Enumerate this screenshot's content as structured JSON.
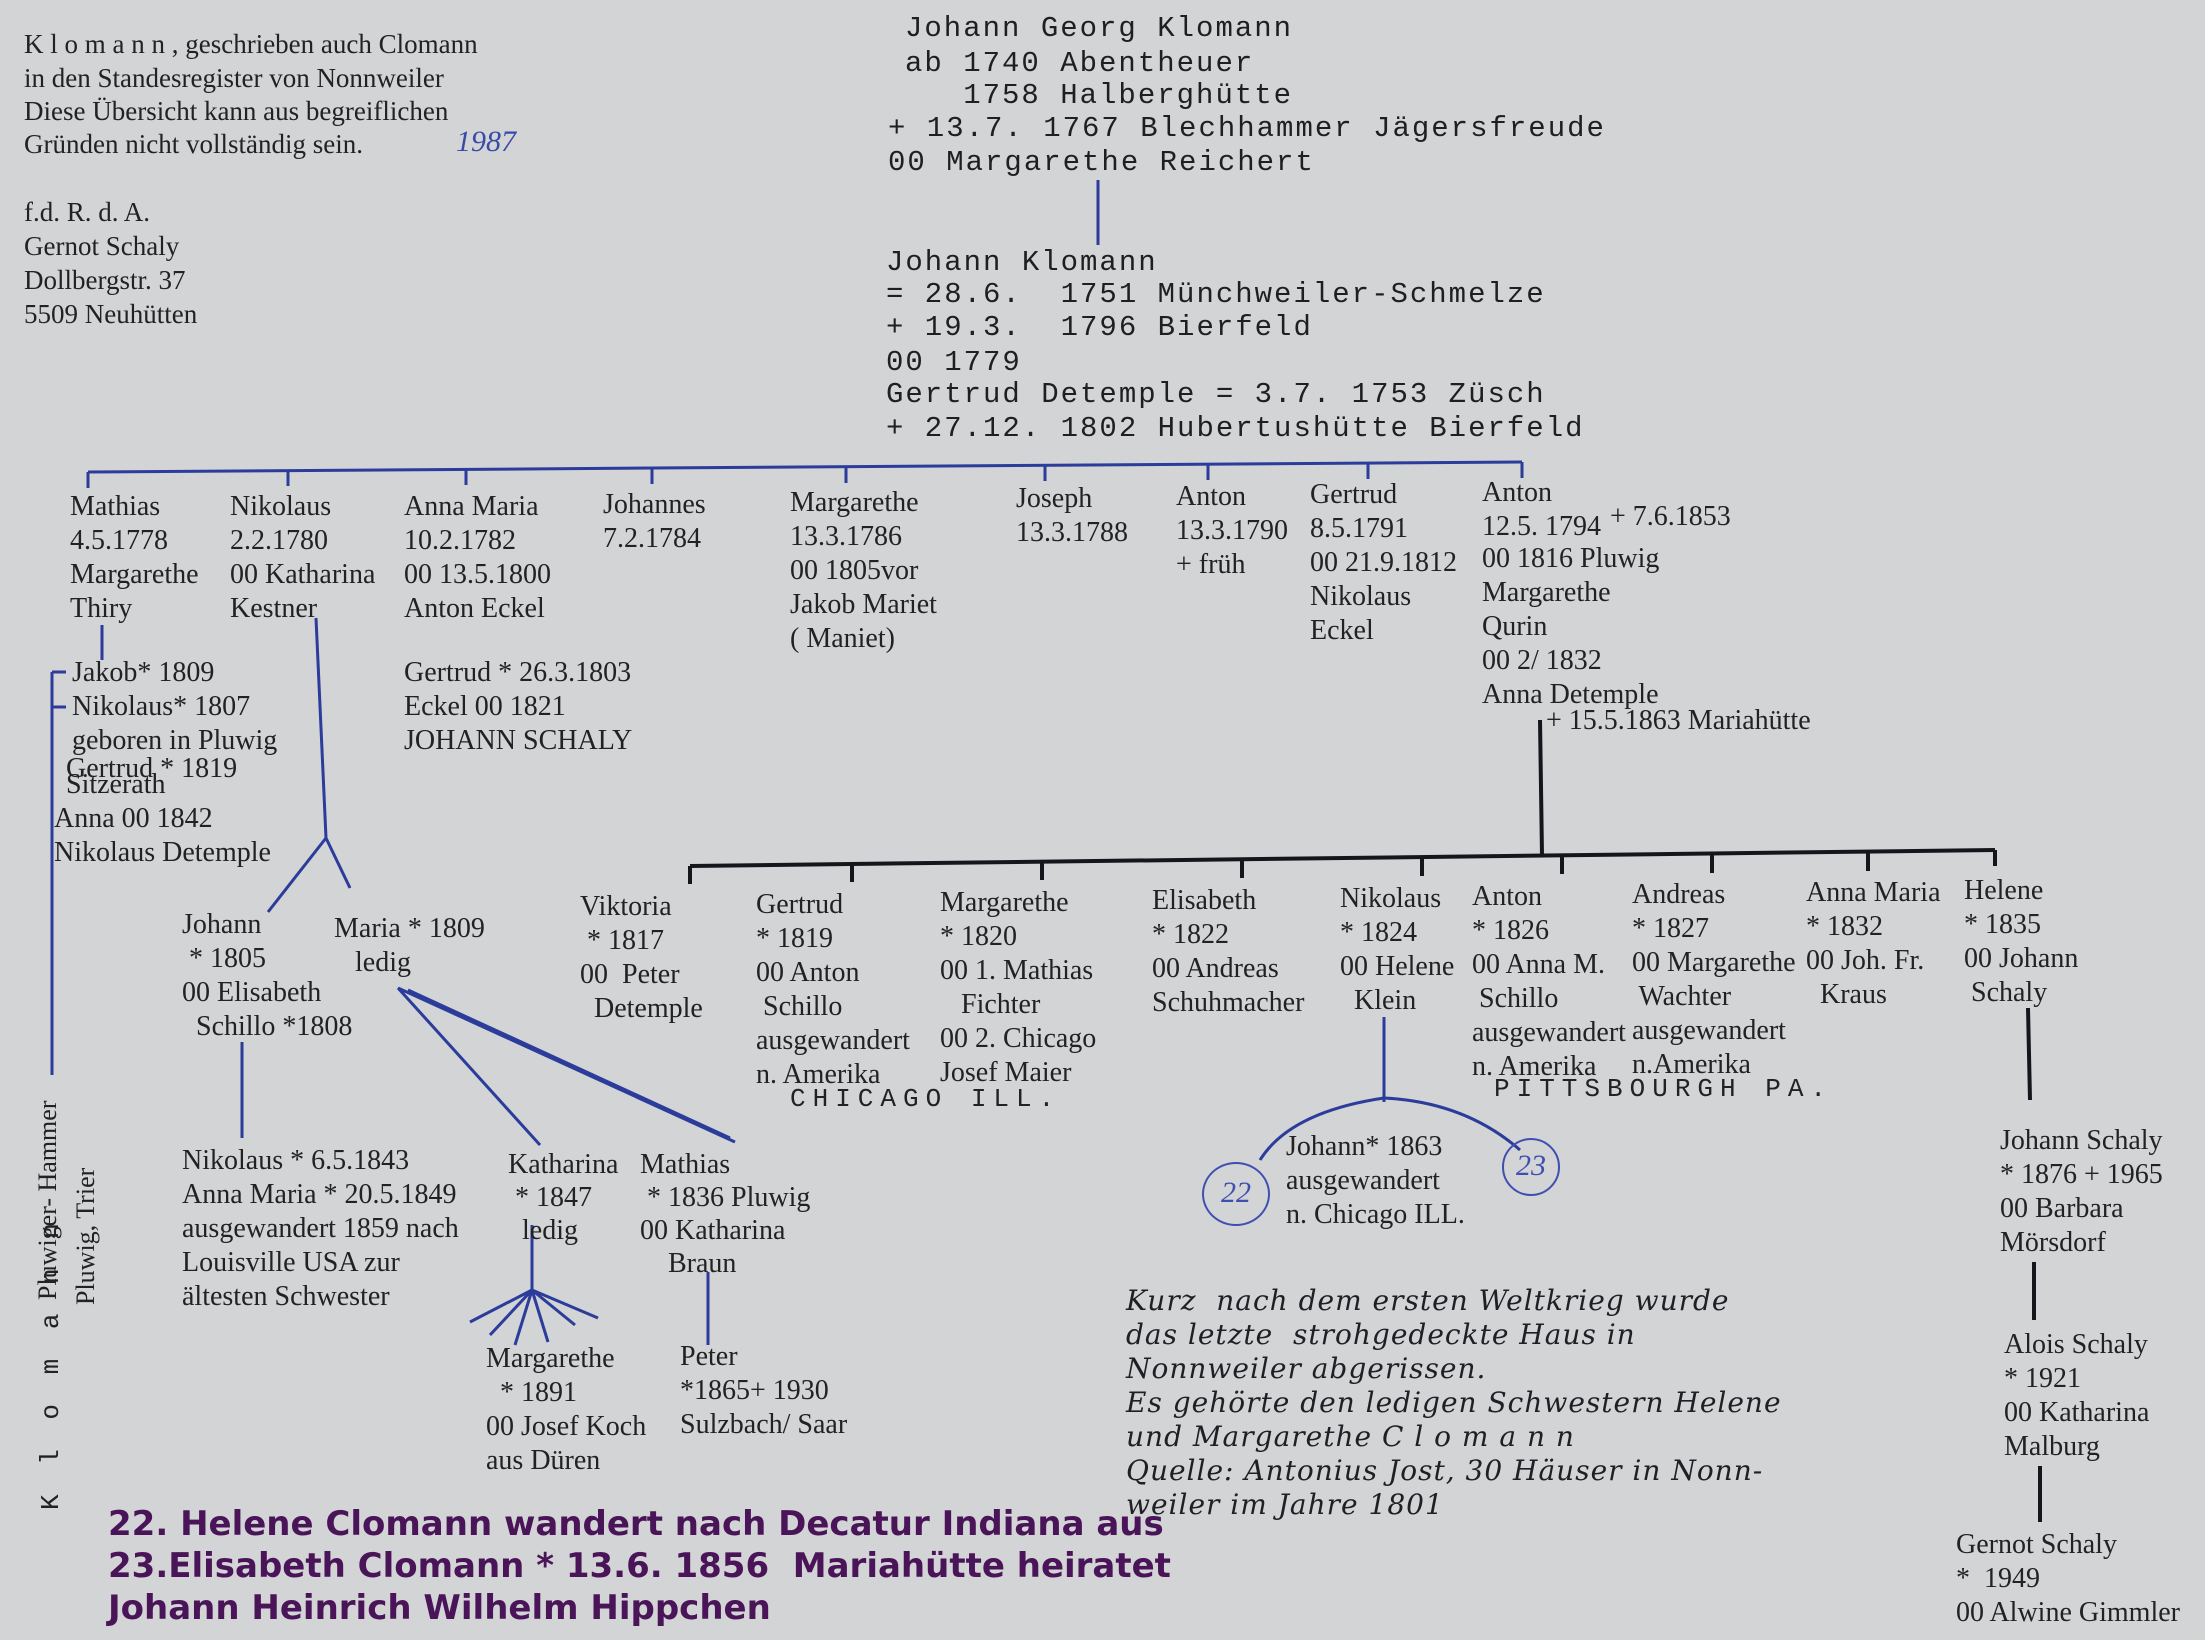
{
  "header_note": {
    "lines": [
      "K l o m a n n , geschrieben auch Clomann",
      "in den Standesregister von Nonnweiler",
      "Diese Übersicht kann aus begreiflichen",
      "Gründen nicht vollständig sein."
    ],
    "year": "1987"
  },
  "author": {
    "lines": [
      "f.d. R. d. A.",
      "Gernot Schaly",
      "Dollbergstr. 37",
      "5509 Neuhütten"
    ]
  },
  "root": {
    "gen1": [
      "Johann Georg Klomann",
      "ab 1740 Abentheuer",
      "   1758 Halberghütte",
      "+ 13.7. 1767 Blechhammer Jägersfreude",
      "00 Margarethe Reichert"
    ],
    "gen2": [
      "Johann Klomann",
      "= 28.6.  1751 Münchweiler-Schmelze",
      "+ 19.3.  1796 Bierfeld",
      "00 1779",
      "Gertrud Detemple = 3.7. 1753 Züsch",
      "+ 27.12. 1802 Hubertushütte Bierfeld"
    ]
  },
  "children": [
    {
      "text": "Mathias\n4.5.1778\nMargarethe\nThiry"
    },
    {
      "text": "Nikolaus\n2.2.1780\n00 Katharina\nKestner"
    },
    {
      "text": "Anna Maria\n10.2.1782\n00 13.5.1800\nAnton Eckel"
    },
    {
      "text": "Johannes\n7.2.1784"
    },
    {
      "text": "Margarethe\n13.3.1786\n00 1805vor\nJakob Mariet\n( Maniet)"
    },
    {
      "text": "Joseph\n13.3.1788"
    },
    {
      "text": "Anton\n13.3.1790\n+ früh"
    },
    {
      "text": "Gertrud\n8.5.1791\n00 21.9.1812\nNikolaus\nEckel"
    },
    {
      "text": "Anton\n12.5. 1794"
    }
  ],
  "anton_extra": {
    "death": "+ 7.6.1853",
    "lines": "00 1816 Pluwig\nMargarethe\nQurin\n00 2/ 1832\nAnna Detemple",
    "anna_death": "+ 15.5.1863 Mariahütte"
  },
  "mathias_kids": {
    "jakob": "Jakob* 1809",
    "nikolaus": "Nikolaus* 1807",
    "geboren": "geboren in Pluwig",
    "gertrud": "Gertrud * 1819",
    "sitzerath": "Sitzerath",
    "anna": "Anna 00 1842",
    "detemple": "Nikolaus Detemple"
  },
  "vertical_label": {
    "klomann": "K l o m a n n",
    "hammer": "Pluwiger- Hammer",
    "trier": "Pluwig, Trier"
  },
  "anna_maria_kid": "Gertrud * 26.3.1803\nEckel 00 1821\nJOHANN SCHALY",
  "nikolaus_kids": {
    "johann": "Johann\n * 1805\n00 Elisabeth\n  Schillo *1808",
    "maria": "Maria * 1809\n   ledig"
  },
  "johann_kids": "Nikolaus * 6.5.1843\nAnna Maria * 20.5.1849\nausgewandert 1859 nach\nLouisville USA zur\nältesten Schwester",
  "katharina": "Katharina\n * 1847\n  ledig",
  "mathias_1836": "Mathias\n * 1836 Pluwig\n00 Katharina\n    Braun",
  "margarethe_1891": "Margarethe\n  * 1891\n00 Josef Koch\naus Düren",
  "peter_1865": "Peter\n*1865+ 1930\nSulzbach/ Saar",
  "anton_children": [
    {
      "text": "Viktoria\n * 1817\n00  Peter\n  Detemple"
    },
    {
      "text": "Gertrud\n* 1819\n00 Anton\n Schillo\nausgewandert\nn. Amerika"
    },
    {
      "text": "Margarethe\n* 1820\n00 1. Mathias\n   Fichter\n00 2. Chicago\nJosef Maier"
    },
    {
      "text": "Elisabeth\n* 1822\n00 Andreas\nSchuhmacher"
    },
    {
      "text": "Nikolaus\n* 1824\n00 Helene\n  Klein"
    },
    {
      "text": "Anton\n* 1826\n00 Anna M.\n Schillo\nausgewandert\nn. Amerika"
    },
    {
      "text": "Andreas\n* 1827\n00 Margarethe\n Wachter\nausgewandert\nn.Amerika"
    },
    {
      "text": "Anna Maria\n* 1832\n00 Joh. Fr.\n  Kraus"
    },
    {
      "text": "Helene\n* 1835\n00 Johann\n Schaly"
    }
  ],
  "chicago": "CHICAGO ILL.",
  "pittsburgh": "PITTSBOURGH PA.",
  "johann_1863": "Johann* 1863\nausgewandert\nn. Chicago ILL.",
  "circle_22": "22",
  "circle_23": "23",
  "schaly_line": [
    "Johann Schaly\n* 1876 + 1965\n00 Barbara\nMörsdorf",
    "Alois Schaly\n* 1921\n00 Katharina\nMalburg",
    "Gernot Schaly\n*  1949\n00 Alwine Gimmler"
  ],
  "note": [
    "Kurz  nach dem ersten Weltkrieg wurde",
    "das letzte  strohgedeckte Haus in",
    "Nonnweiler abgerissen.",
    "Es gehörte den ledigen Schwestern Helene",
    "und Margarethe C l o m a n n",
    "Quelle: Antonius Jost, 30 Häuser in Nonn-",
    "weiler im Jahre 1801"
  ],
  "footer": [
    "22. Helene Clomann wandert nach Decatur Indiana aus",
    "23.Elisabeth Clomann * 13.6. 1856  Mariahütte heiratet",
    "Johann Heinrich Wilhelm Hippchen"
  ],
  "colors": {
    "background": "#d3d4d6",
    "ink": "#1b1b1f",
    "blue_ink": "#3a4aa8",
    "footer": "#4a1458"
  }
}
